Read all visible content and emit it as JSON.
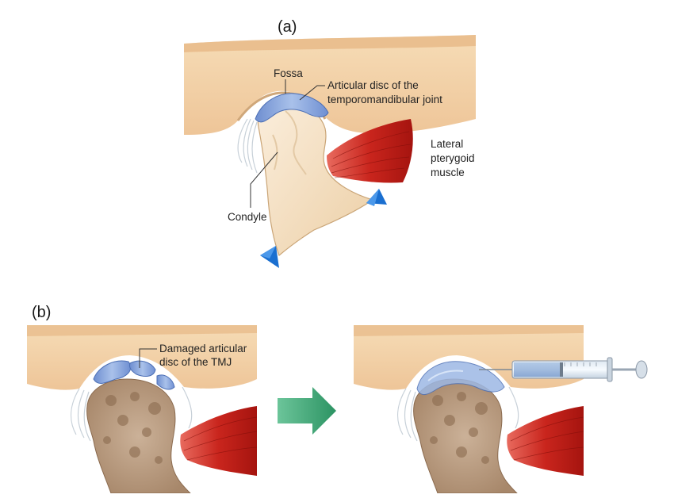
{
  "panel_a": {
    "letter": "(a)",
    "labels": {
      "fossa": "Fossa",
      "disc_line1": "Articular disc of the",
      "disc_line2": "temporomandibular joint",
      "muscle_line1": "Lateral",
      "muscle_line2": "pterygoid",
      "muscle_line3": "muscle",
      "condyle": "Condyle"
    }
  },
  "panel_b": {
    "letter": "(b)",
    "labels": {
      "damaged_line1": "Damaged articular",
      "damaged_line2": "disc of the TMJ"
    }
  },
  "colors": {
    "skin": "#f2cfa2",
    "bone_light": "#f8e3c6",
    "disc": "#7f9fd6",
    "muscle": "#c8261d",
    "arrow_blue": "#1a6fd0",
    "arrow_green": "#3aa374"
  }
}
